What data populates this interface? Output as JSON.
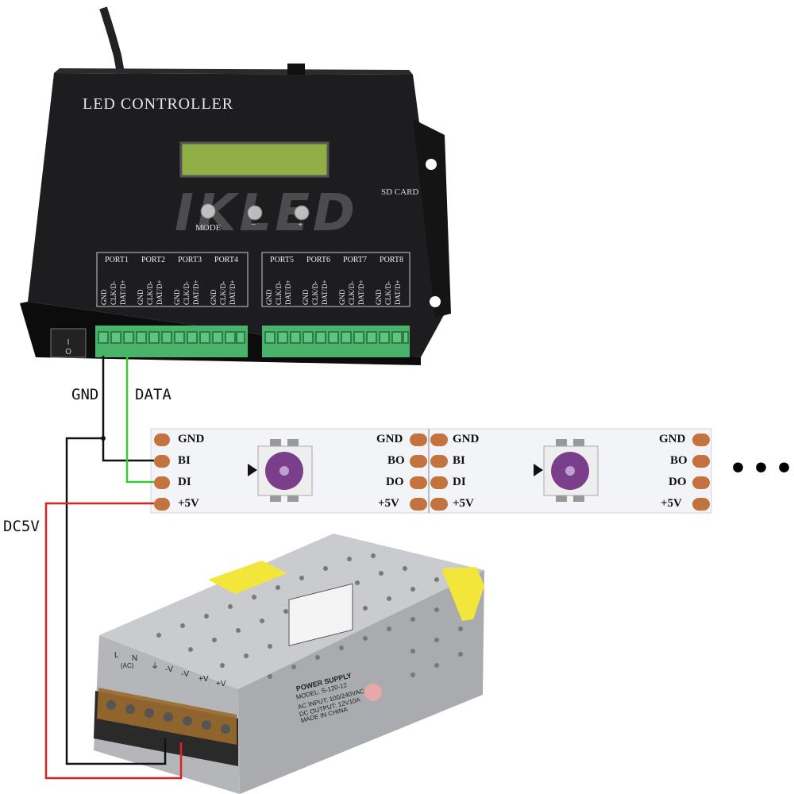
{
  "controller": {
    "title": "LED CONTROLLER",
    "brand_watermark": "IKLED",
    "sd_card": "SD CARD",
    "buttons": [
      "MODE",
      "−",
      "+"
    ],
    "ports": [
      {
        "name": "PORT1"
      },
      {
        "name": "PORT2"
      },
      {
        "name": "PORT3"
      },
      {
        "name": "PORT4"
      },
      {
        "name": "PORT5"
      },
      {
        "name": "PORT6"
      },
      {
        "name": "PORT7"
      },
      {
        "name": "PORT8"
      }
    ],
    "pins": [
      "GND",
      "CLK/D-",
      "DAT/D+"
    ]
  },
  "wires": {
    "gnd_label": "GND",
    "data_label": "DATA",
    "power_label": "DC5V",
    "colors": {
      "gnd": "#111111",
      "data": "#33cc33",
      "power": "#e02020"
    }
  },
  "strip": {
    "left_pads": [
      "GND",
      "BI",
      "DI",
      "+5V"
    ],
    "right_pads": [
      "GND",
      "BO",
      "DO",
      "+5V"
    ],
    "more": "•••"
  },
  "power_supply": {
    "label": "POWER SUPPLY",
    "model": "MODEL: S-120-12",
    "input": "AC INPUT: 100/240VAC",
    "output": "DC OUTPUT: 12V10A",
    "origin": "MADE IN CHINA",
    "terminals": [
      "L",
      "N",
      "⏚",
      "-V",
      "-V",
      "+V",
      "+V"
    ],
    "ac_mark": "(AC)"
  }
}
